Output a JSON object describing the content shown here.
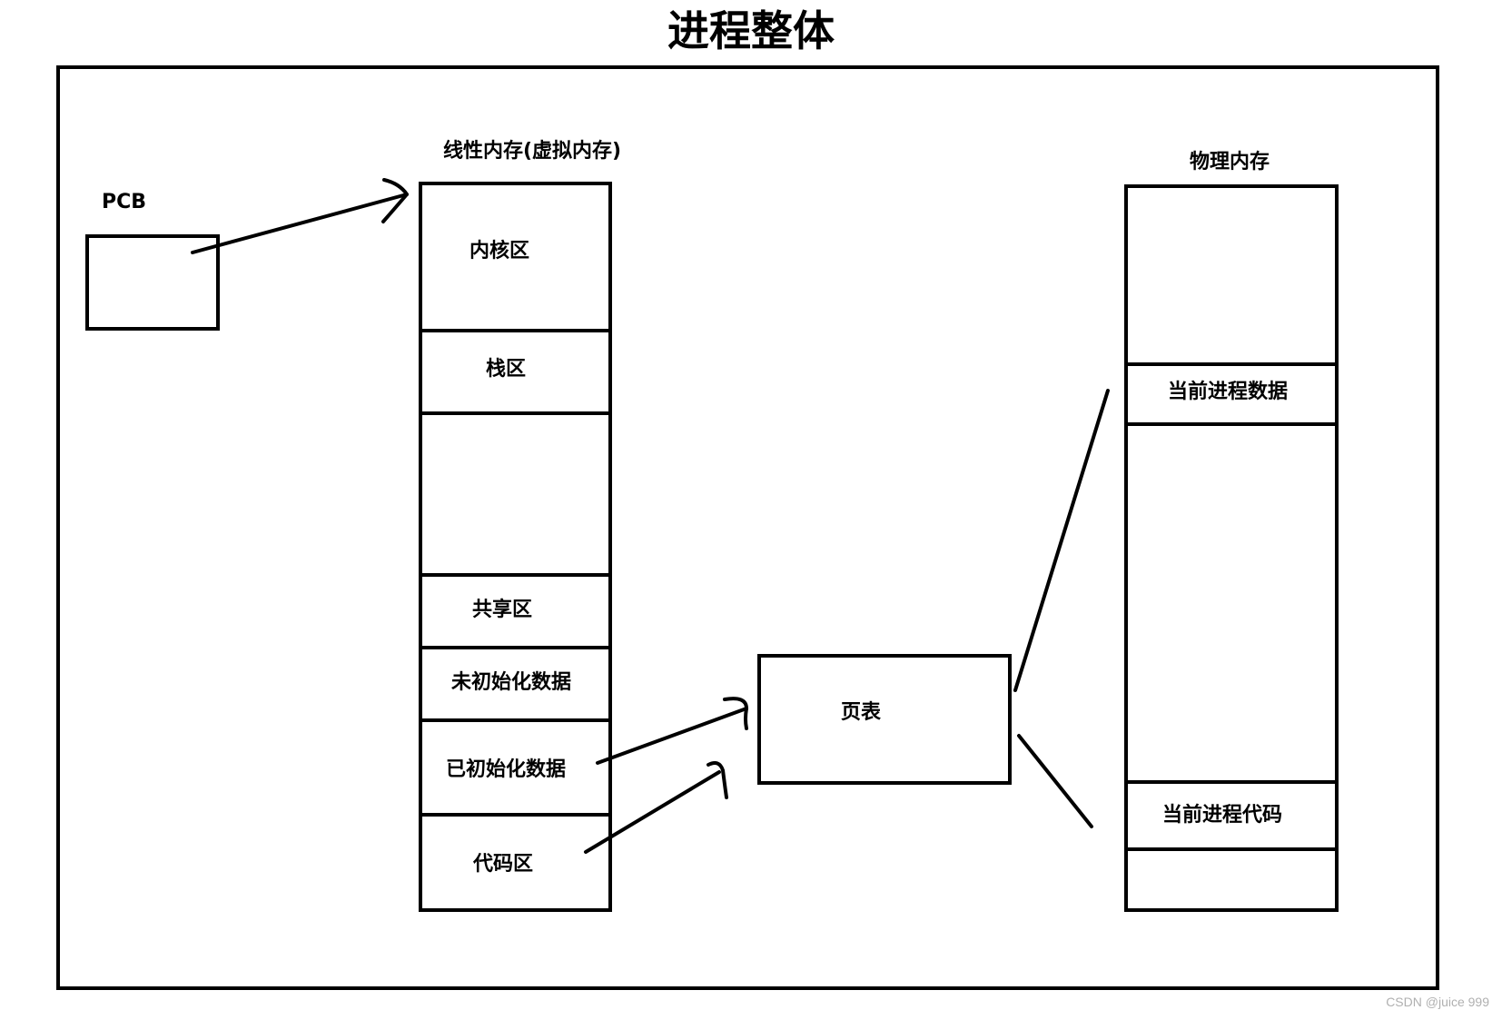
{
  "title": "进程整体",
  "pcb": {
    "label": "PCB"
  },
  "virtual_memory": {
    "title": "线性内存(虚拟内存)",
    "segments": [
      {
        "label": "内核区"
      },
      {
        "label": "栈区"
      },
      {
        "label": ""
      },
      {
        "label": "共享区"
      },
      {
        "label": "未初始化数据"
      },
      {
        "label": "已初始化数据"
      },
      {
        "label": "代码区"
      }
    ]
  },
  "page_table": {
    "label": "页表"
  },
  "physical_memory": {
    "title": "物理内存",
    "segments": [
      {
        "label": ""
      },
      {
        "label": "当前进程数据"
      },
      {
        "label": ""
      },
      {
        "label": "当前进程代码"
      },
      {
        "label": ""
      }
    ]
  },
  "watermark": "CSDN @juice 999"
}
